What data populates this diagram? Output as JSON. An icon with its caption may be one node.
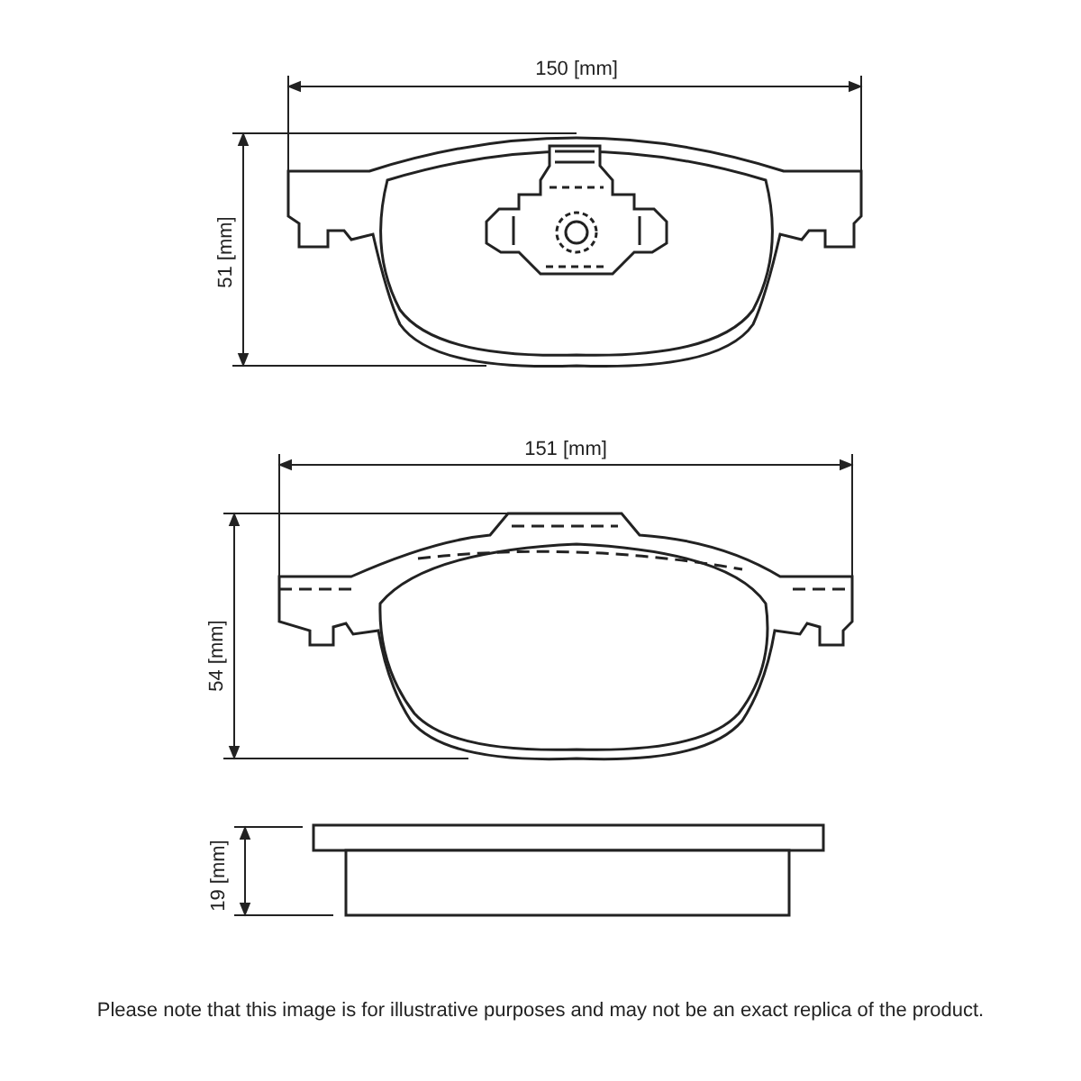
{
  "diagram": {
    "caption": "Please note that this image is for illustrative purposes and may not be an exact replica of the product.",
    "labels": [
      "150 [mm]",
      "51 [mm]",
      "151 [mm]",
      "54 [mm]",
      "19 [mm]"
    ]
  }
}
